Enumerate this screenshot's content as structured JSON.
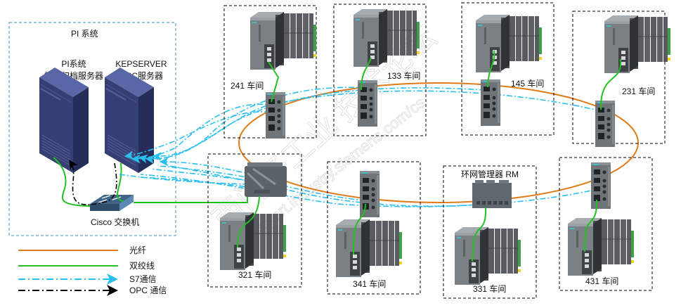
{
  "pi_system": {
    "title": "PI 系统",
    "pi_server_label_1": "PI系统",
    "pi_server_label_2": "数据归档服务器",
    "kep_server_label_1": "KEPSERVER",
    "kep_server_label_2": "OPC服务器",
    "switch_label": "Cisco 交换机"
  },
  "workshops": [
    {
      "id": "241",
      "label": "241 车间"
    },
    {
      "id": "133",
      "label": "133 车间"
    },
    {
      "id": "145",
      "label": "145 车间"
    },
    {
      "id": "231",
      "label": "231 车间"
    },
    {
      "id": "321",
      "label": "321 车间"
    },
    {
      "id": "341",
      "label": "341 车间"
    },
    {
      "id": "331",
      "label": "331 车间"
    },
    {
      "id": "431",
      "label": "431 车间"
    }
  ],
  "ring_manager": {
    "label": "环网管理器 RM"
  },
  "legend": [
    {
      "label": "光纤",
      "style": "fiber",
      "color": "#e07b1a"
    },
    {
      "label": "双绞线",
      "style": "twisted-pair",
      "color": "#22c022"
    },
    {
      "label": "S7通信",
      "style": "s7",
      "color": "#29c0f0"
    },
    {
      "label": "OPC 通信",
      "style": "opc",
      "color": "#000000"
    }
  ],
  "watermark": {
    "cn": "西门子工业  技术论坛",
    "url": "support.industry.siemens.com/cs"
  },
  "colors": {
    "fiber": "#e07b1a",
    "twisted_pair": "#22c022",
    "s7": "#29c0f0",
    "opc": "#000000",
    "pi_border": "#3a8cc0",
    "server": "#3e4a82"
  }
}
